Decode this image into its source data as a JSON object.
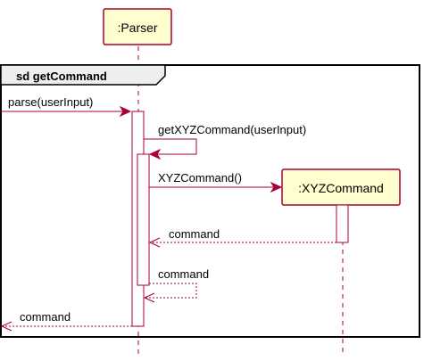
{
  "participants": [
    {
      "id": "parser",
      "label": ":Parser"
    },
    {
      "id": "xyz",
      "label": ":XYZCommand"
    }
  ],
  "frame": {
    "label": "sd getCommand"
  },
  "messages": [
    {
      "id": "m1",
      "label": "parse(userInput)",
      "style": "solid"
    },
    {
      "id": "m2",
      "label": "getXYZCommand(userInput)",
      "style": "solid"
    },
    {
      "id": "m3",
      "label": "XYZCommand()",
      "style": "solid"
    },
    {
      "id": "m4",
      "label": "command",
      "style": "dashed"
    },
    {
      "id": "m5",
      "label": "command",
      "style": "dashed"
    },
    {
      "id": "m6",
      "label": "command",
      "style": "dashed"
    }
  ],
  "colors": {
    "accent": "#A80036",
    "participant_fill": "#FEFECE",
    "frame_tab": "#EEEEEE"
  }
}
